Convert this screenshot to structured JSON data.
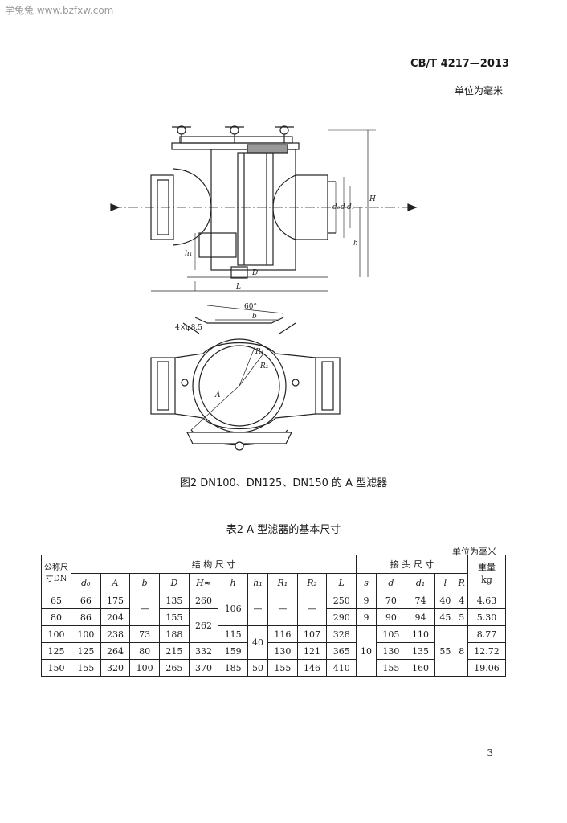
{
  "watermark": "学兔兔 www.bzfxw.com",
  "standard_code": "CB/T 4217—2013",
  "unit_note_top": "单位为毫米",
  "figure": {
    "caption": "图2  DN100、DN125、DN150 的 A 型滤器",
    "labels": {
      "angle": "60°",
      "holes": "4×φ8.5",
      "b": "b",
      "R1": "R₁",
      "R2": "R₂",
      "H": "H",
      "h": "h",
      "h1": "h₁",
      "D": "D",
      "L": "L",
      "d0": "d₀",
      "d": "d",
      "d1": "d₁",
      "A": "A"
    }
  },
  "table": {
    "title": "表2  A 型滤器的基本尺寸",
    "unit_note": "单位为毫米",
    "header": {
      "nominal": "公称尺寸DN",
      "structure_group": "结 构 尺 寸",
      "joint_group": "接 头 尺 寸",
      "weight_label": "重量",
      "weight_unit": "kg",
      "cols": [
        "d₀",
        "A",
        "b",
        "D",
        "H≈",
        "h",
        "h₁",
        "R₁",
        "R₂",
        "L",
        "s",
        "d",
        "d₁",
        "l",
        "R"
      ]
    },
    "rows": [
      {
        "dn": "65",
        "d0": "66",
        "A": "175",
        "D": "135",
        "H": "260",
        "L": "250",
        "s": "9",
        "d": "70",
        "d1": "74",
        "l": "40",
        "R": "4",
        "w": "4.63"
      },
      {
        "dn": "80",
        "d0": "86",
        "A": "204",
        "D": "155",
        "L": "290",
        "s": "9",
        "d": "90",
        "d1": "94",
        "l": "45",
        "R": "5",
        "w": "5.30"
      },
      {
        "dn": "100",
        "d0": "100",
        "A": "238",
        "b": "73",
        "D": "188",
        "h": "115",
        "R1": "116",
        "R2": "107",
        "L": "328",
        "d": "105",
        "d1": "110",
        "w": "8.77"
      },
      {
        "dn": "125",
        "d0": "125",
        "A": "264",
        "b": "80",
        "D": "215",
        "H": "332",
        "h": "159",
        "R1": "130",
        "R2": "121",
        "L": "365",
        "d": "130",
        "d1": "135",
        "w": "12.72"
      },
      {
        "dn": "150",
        "d0": "155",
        "A": "320",
        "b": "100",
        "D": "265",
        "H": "370",
        "h": "185",
        "h1": "50",
        "R1": "155",
        "R2": "146",
        "L": "410",
        "d": "155",
        "d1": "160",
        "w": "19.06"
      }
    ],
    "merged": {
      "b_65_80": "—",
      "H_80_100": "262",
      "h_65_80": "106",
      "h1_65_80": "—",
      "R1_65_80": "—",
      "R2_65_80": "—",
      "h1_100_125": "40",
      "s_100_150": "10",
      "l_100_150": "55",
      "R_100_150": "8"
    }
  },
  "page_number": "3"
}
